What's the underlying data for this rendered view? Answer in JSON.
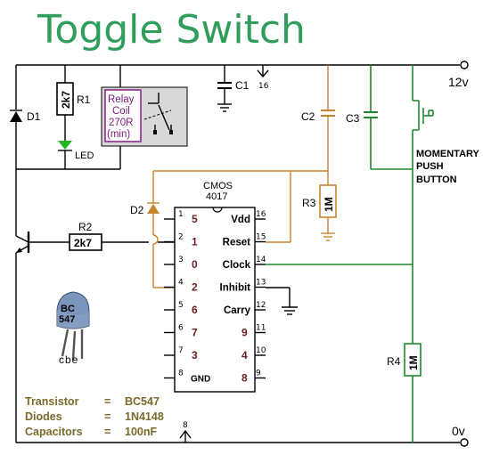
{
  "title": "Toggle Switch",
  "rails": {
    "positive": "12v",
    "ground": "0v"
  },
  "resistors": {
    "r1": {
      "name": "R1",
      "value": "2k7"
    },
    "r2": {
      "name": "R2",
      "value": "2k7"
    },
    "r3": {
      "name": "R3",
      "value": "1M"
    },
    "r4": {
      "name": "R4",
      "value": "1M"
    }
  },
  "capacitors": {
    "c1": "C1",
    "c2": "C2",
    "c3": "C3"
  },
  "diodes": {
    "d1": "D1",
    "d2": "D2"
  },
  "led": "LED",
  "relay": {
    "line1": "Relay",
    "line2": "Coil",
    "line3": "270R",
    "line4": "(min)"
  },
  "ic": {
    "family": "CMOS",
    "part": "4017",
    "left_pins": [
      {
        "num": "1",
        "out": "5"
      },
      {
        "num": "2",
        "out": "1"
      },
      {
        "num": "3",
        "out": "0"
      },
      {
        "num": "4",
        "out": "2"
      },
      {
        "num": "5",
        "out": "6"
      },
      {
        "num": "6",
        "out": "7"
      },
      {
        "num": "7",
        "out": "3"
      },
      {
        "num": "8",
        "name": "GND"
      }
    ],
    "right_pins": [
      {
        "num": "16",
        "name": "Vdd"
      },
      {
        "num": "15",
        "name": "Reset"
      },
      {
        "num": "14",
        "name": "Clock"
      },
      {
        "num": "13",
        "name": "Inhibit"
      },
      {
        "num": "12",
        "name": "Carry"
      },
      {
        "num": "11",
        "out": "9"
      },
      {
        "num": "10",
        "out": "4"
      },
      {
        "num": "9",
        "out": "8"
      }
    ]
  },
  "vdd_pin_ref": "16",
  "gnd_pin_ref": "8",
  "transistor_package": {
    "line1": "BC",
    "line2": "547",
    "leads": "cbe"
  },
  "push_button_label": [
    "MOMENTARY",
    "PUSH",
    "BUTTON"
  ],
  "notes": [
    {
      "label": "Transistor",
      "eq": "=",
      "value": "BC547"
    },
    {
      "label": "Diodes",
      "eq": "=",
      "value": "1N4148"
    },
    {
      "label": "Capacitors",
      "eq": "=",
      "value": "100nF"
    }
  ],
  "colors": {
    "title": "#2e9e5a",
    "wire_black": "#000000",
    "wire_orange": "#c8842c",
    "wire_green": "#1e8a2e",
    "relay_purple": "#8e2a8e",
    "relay_fill": "#d8d8d8",
    "led_green": "#22b422",
    "notes_text": "#7a6a2a"
  }
}
